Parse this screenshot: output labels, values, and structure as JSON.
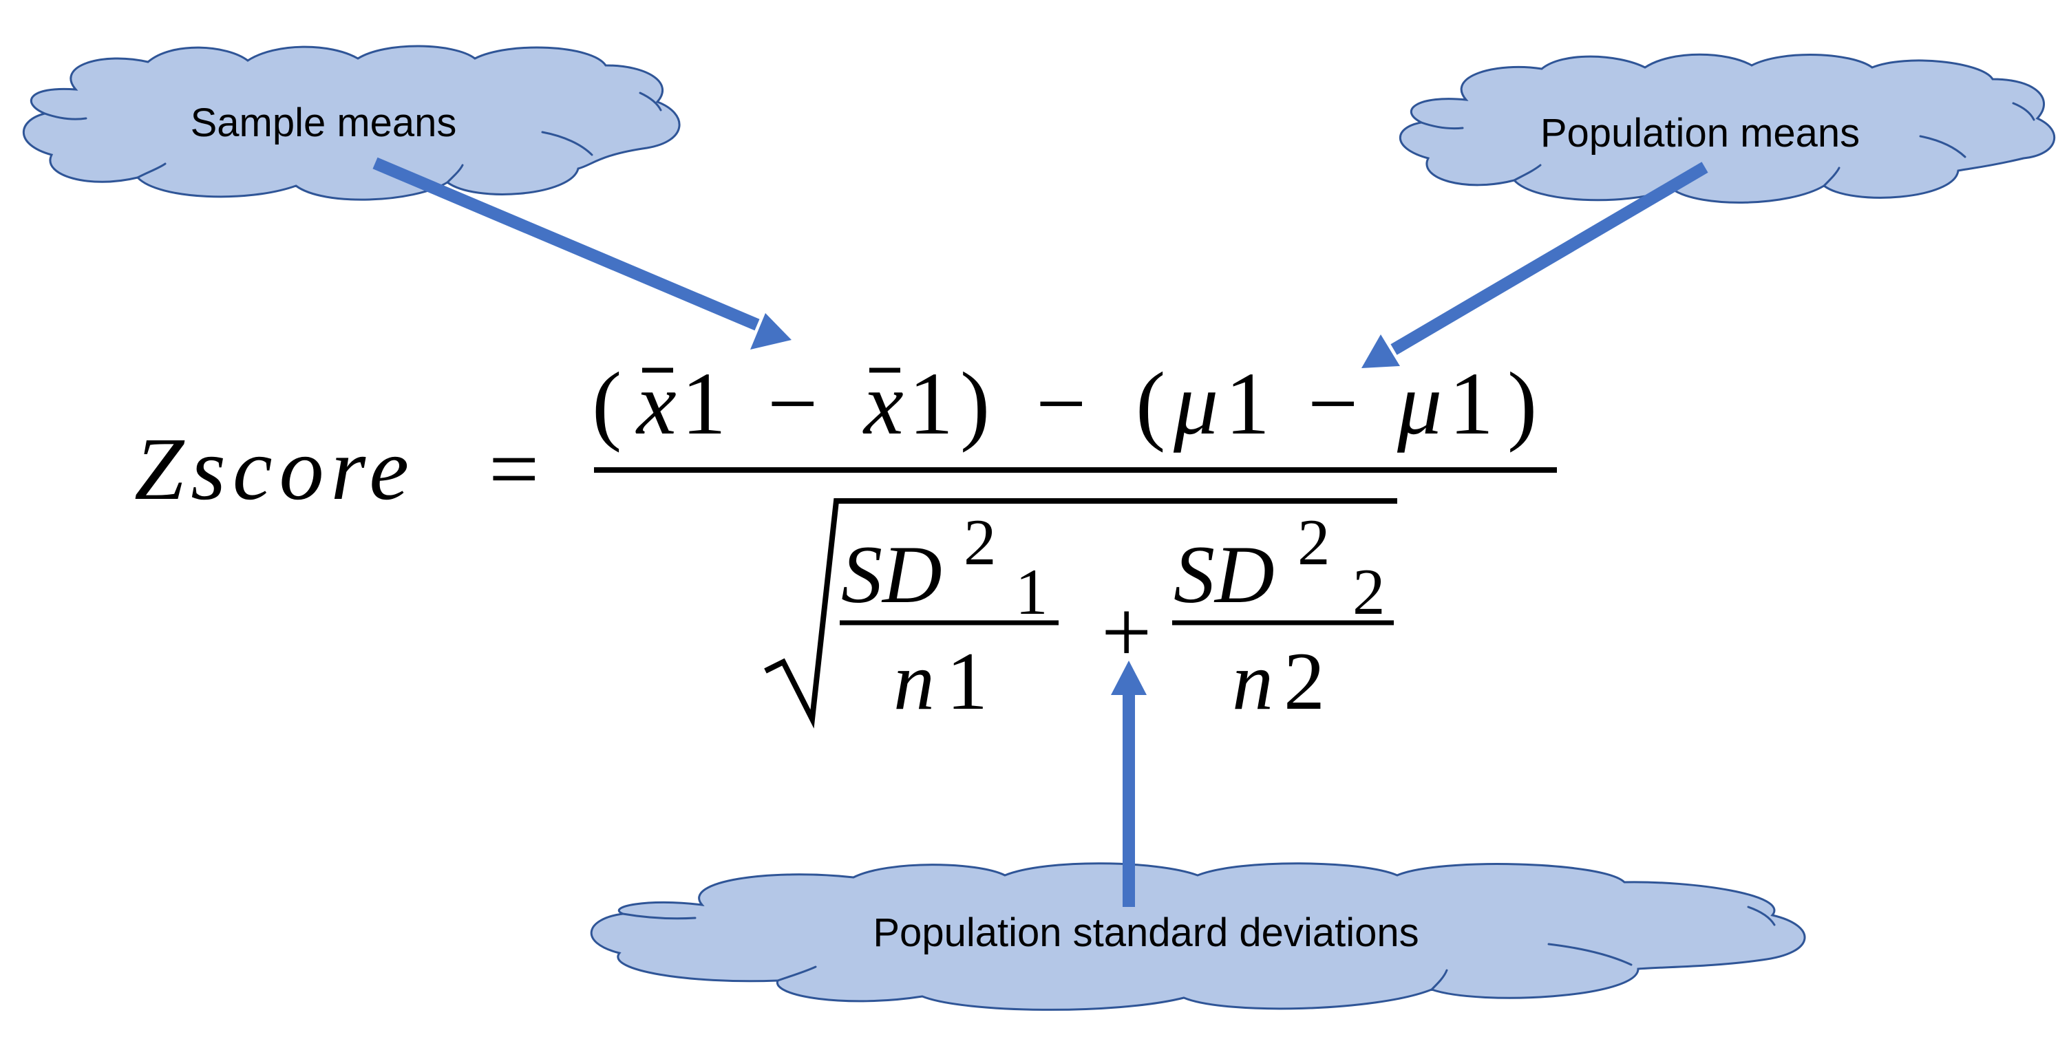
{
  "colors": {
    "cloud_fill": "#b4c7e7",
    "cloud_stroke": "#2f5597",
    "arrow": "#4472c4",
    "text": "#000000",
    "background": "#ffffff"
  },
  "callouts": {
    "sample_means": "Sample means",
    "population_means": "Population means",
    "population_sd": "Population standard deviations"
  },
  "formula": {
    "lhs": "Zscore",
    "equals": "=",
    "num_open": "(",
    "xbar_a": "x",
    "one_a": "1",
    "minus_a": "−",
    "xbar_b": "x",
    "one_b": "1",
    "num_close1": ")",
    "minus_mid": "−",
    "paren_open2": "(",
    "mu_a": "μ",
    "one_c": "1",
    "minus_c": "−",
    "mu_b": "μ",
    "one_d": "1",
    "num_close2": ")",
    "sqrt": "√",
    "sd1": "SD",
    "sd1_sup": "2",
    "sd1_sub": "1",
    "n1_n": "n",
    "n1_1": "1",
    "plus": "+",
    "sd2": "SD",
    "sd2_sup": "2",
    "sd2_sub": "2",
    "n2_n": "n",
    "n2_2": "2"
  }
}
